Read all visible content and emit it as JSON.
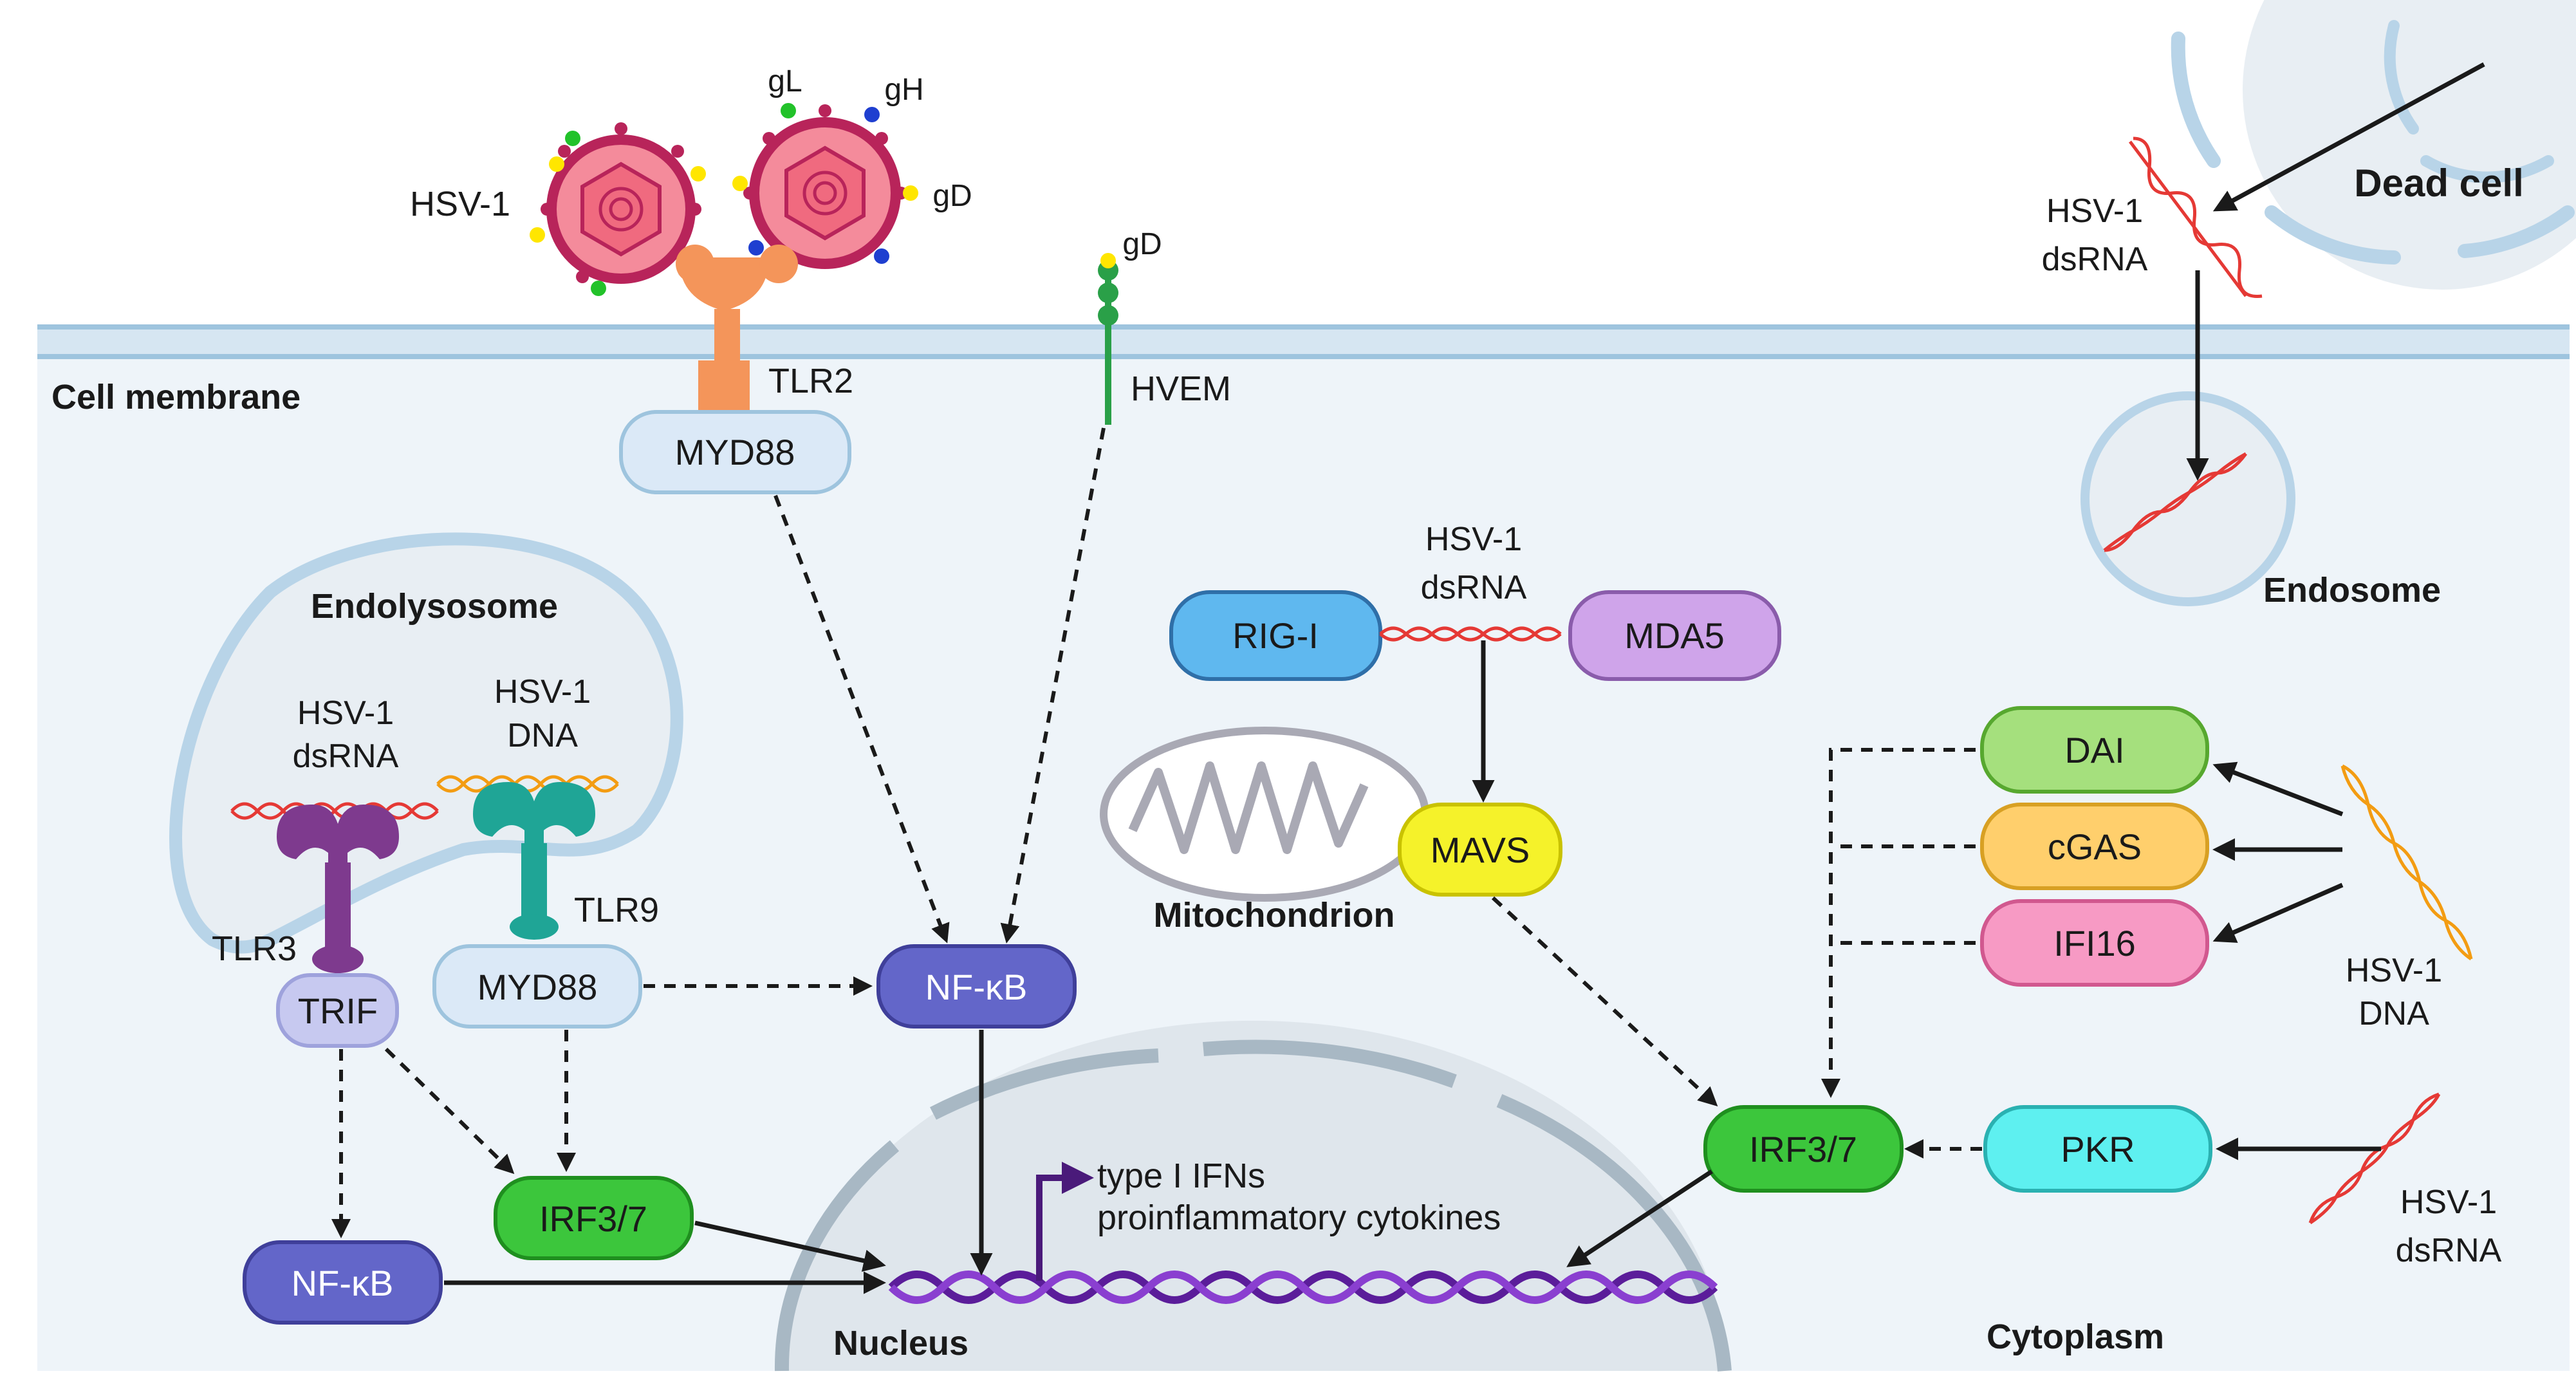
{
  "labels": {
    "cell_membrane": "Cell membrane",
    "hsv1": "HSV-1",
    "gL": "gL",
    "gH": "gH",
    "gD_virus": "gD",
    "gD_hvem": "gD",
    "tlr2": "TLR2",
    "hvem": "HVEM",
    "myd88_top": "MYD88",
    "endolysosome": "Endolysosome",
    "endo_dsrna_1": "HSV-1",
    "endo_dsrna_2": "dsRNA",
    "endo_dna_1": "HSV-1",
    "endo_dna_2": "DNA",
    "tlr3": "TLR3",
    "tlr9": "TLR9",
    "trif": "TRIF",
    "myd88_lower": "MYD88",
    "nfkb_center": "NF-κB",
    "nfkb_left": "NF-κB",
    "irf37_left": "IRF3/7",
    "irf37_right": "IRF3/7",
    "rigi": "RIG-I",
    "mda5": "MDA5",
    "mid_dsrna_1": "HSV-1",
    "mid_dsrna_2": "dsRNA",
    "mavs": "MAVS",
    "mitochondrion": "Mitochondrion",
    "dead_cell": "Dead cell",
    "top_dsrna_1": "HSV-1",
    "top_dsrna_2": "dsRNA",
    "endosome": "Endosome",
    "dai": "DAI",
    "cgas": "cGAS",
    "ifi16": "IFI16",
    "right_dna_1": "HSV-1",
    "right_dna_2": "DNA",
    "pkr": "PKR",
    "bottom_dsrna_1": "HSV-1",
    "bottom_dsrna_2": "dsRNA",
    "output_1": "type I IFNs",
    "output_2": "proinflammatory cytokines",
    "nucleus": "Nucleus",
    "cytoplasm": "Cytoplasm"
  },
  "colors": {
    "membrane": "#b8d4e8",
    "cytoplasm": "#eef4f9",
    "nucleus": "#dfe6ec",
    "virus_capsid": "#f06a7f",
    "virus_envelope": "#b8245a",
    "tlr2": "#f4955a",
    "tlr3": "#7e3a8e",
    "tlr9": "#1fa596",
    "myd88": "#dbe9f7",
    "trif": "#c7c9f0",
    "nfkb": "#6366c9",
    "irf": "#3cc63c",
    "rigi": "#5fb8ef",
    "mda5": "#cfa4ea",
    "mavs": "#f5f22a",
    "dai": "#a5e07d",
    "cgas": "#ffcf6c",
    "ifi16": "#f79ac4",
    "pkr": "#5ef0f0",
    "dna_helix": "#7a2ea8",
    "rna": "#e53935",
    "dna": "#f39c12",
    "hvem": "#2aa048"
  }
}
